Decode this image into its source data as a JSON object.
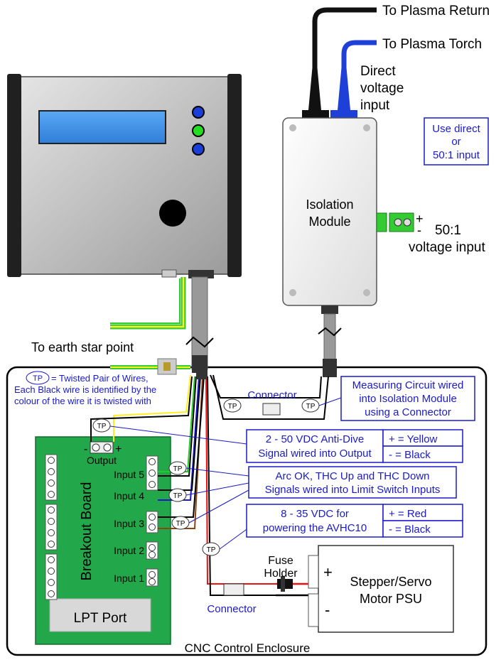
{
  "labels": {
    "plasma_return": "To Plasma Return",
    "plasma_torch": "To Plasma Torch",
    "direct_voltage_1": "Direct",
    "direct_voltage_2": "voltage",
    "direct_voltage_3": "input",
    "use_direct_1": "Use direct",
    "use_direct_2": "or",
    "use_direct_3": "50:1 input",
    "isolation_1": "Isolation",
    "isolation_2": "Module",
    "plus": "+",
    "minus": "-",
    "ratio_1": "50:1",
    "ratio_2": "voltage input",
    "earth": "To earth star point",
    "tp": "TP",
    "tp_note_1": "= Twisted Pair of Wires,",
    "tp_note_2": "Each Black wire is identified by the",
    "tp_note_3": "colour of the wire it is twisted with",
    "connector_top": "Connector",
    "measuring_1": "Measuring Circuit wired",
    "measuring_2": "into Isolation Module",
    "measuring_3": "using a Connector",
    "anti_dive_1": "2 - 50 VDC Anti-Dive",
    "anti_dive_2": "Signal wired into Output",
    "plus_yellow": "+ = Yellow",
    "minus_black": "- = Black",
    "output": "Output",
    "input5": "Input 5",
    "input4": "Input 4",
    "input3": "Input 3",
    "input2": "Input 2",
    "input1": "Input 1",
    "breakout": "Breakout Board",
    "arc_1": "Arc OK, THC Up and THC Down",
    "arc_2": "Signals wired into Limit Switch Inputs",
    "power_1": "8 - 35 VDC for",
    "power_2": "powering the AVHC10",
    "plus_red": "+ = Red",
    "minus_black2": "- = Black",
    "fuse_1": "Fuse",
    "fuse_2": "Holder",
    "psu_1": "Stepper/Servo",
    "psu_2": "Motor PSU",
    "connector_bottom": "Connector",
    "lpt": "LPT Port",
    "enclosure": "CNC Control Enclosure"
  },
  "colors": {
    "blue_note": "#1a1acc",
    "board_green": "#22a84a",
    "display_blue": "#3b8ee8",
    "red_wire": "#ee1111",
    "yellow_wire": "#ffee22",
    "earth_green": "#33cc33"
  }
}
